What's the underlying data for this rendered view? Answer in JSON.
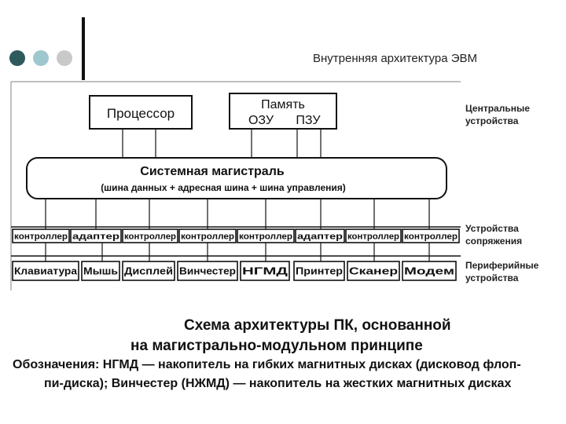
{
  "slide": {
    "title": "Внутренняя архитектура ЭВМ"
  },
  "diagram": {
    "processor": "Процессор",
    "memory": "Память",
    "ram": "ОЗУ",
    "rom": "ПЗУ",
    "bus_title": "Системная магистраль",
    "bus_subtitle": "(шина данных + адресная шина + шина управления)",
    "interfaces": [
      "контроллер",
      "адаптер",
      "контроллер",
      "контроллер",
      "контроллер",
      "адаптер",
      "контроллер",
      "контроллер"
    ],
    "peripherals": [
      "Клавиатура",
      "Мышь",
      "Дисплей",
      "Винчестер",
      "НГМД",
      "Принтер",
      "Сканер",
      "Модем"
    ],
    "labels": {
      "central_line1": "Центральные",
      "central_line2": "устройства",
      "interface_line1": "Устройства",
      "interface_line2": "сопряжения",
      "peripheral_line1": "Периферийные",
      "peripheral_line2": "устройства"
    }
  },
  "caption": {
    "line1": "Схема архитектуры ПК, основанной",
    "line2": "на магистрально-модульном принципе",
    "line3": "Обозначения: НГМД — накопитель на гибких магнитных дисках (дисковод флоп-",
    "line4": "пи-диска); Винчестер (НЖМД) — накопитель на жестких магнитных дисках"
  }
}
